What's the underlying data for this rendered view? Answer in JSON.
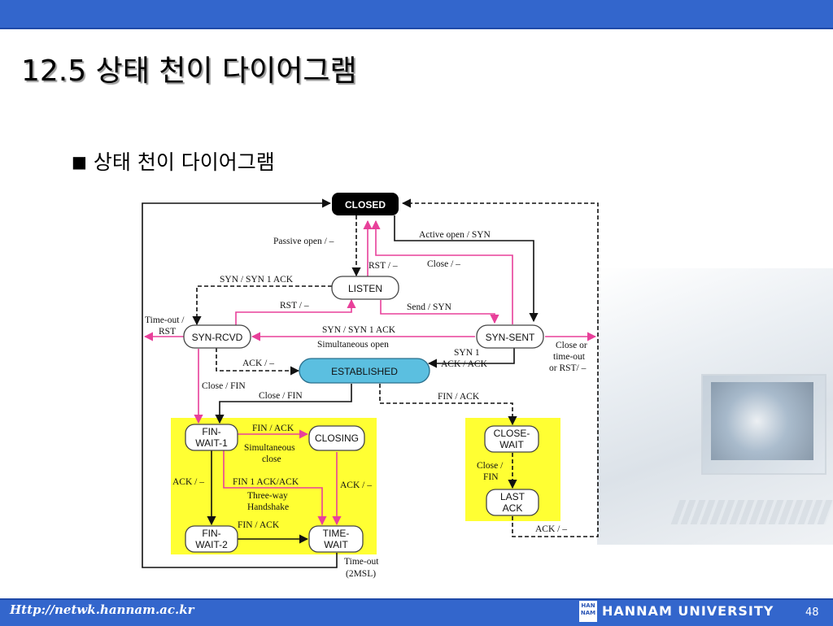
{
  "slide": {
    "title": "12.5 상태 천이 다이어그램",
    "bullet_marker": "■",
    "bullet_text": "상태 천이 다이어그램",
    "footer_url": "Http://netwk.hannam.ac.kr",
    "footer_logo": "HAN NAM",
    "footer_university": "HANNAM UNIVERSITY",
    "page_number": "48"
  },
  "diagram": {
    "states": {
      "closed": "CLOSED",
      "listen": "LISTEN",
      "syn_rcvd": "SYN-RCVD",
      "syn_sent": "SYN-SENT",
      "established": "ESTABLISHED",
      "fin_wait_1": [
        "FIN-",
        "WAIT-1"
      ],
      "closing": "CLOSING",
      "fin_wait_2": [
        "FIN-",
        "WAIT-2"
      ],
      "time_wait": [
        "TIME-",
        "WAIT"
      ],
      "close_wait": [
        "CLOSE-",
        "WAIT"
      ],
      "last_ack": [
        "LAST",
        "ACK"
      ]
    },
    "transitions": {
      "passive_open": "Passive open / –",
      "active_open": "Active open / SYN",
      "rst_listen": "RST / –",
      "close_synsent": "Close / –",
      "syn_synack": "SYN / SYN 1 ACK",
      "rst_synrcvd": "RST / –",
      "send_syn": "Send / SYN",
      "timeout_rst": [
        "Time-out /",
        "RST"
      ],
      "simultaneous_open": [
        "SYN / SYN 1 ACK",
        "Simultaneous open"
      ],
      "close_timeout": [
        "Close or",
        "time-out",
        "or RST/ –"
      ],
      "syn1_ack": [
        "SYN 1",
        "ACK / ACK"
      ],
      "ack_est": "ACK / –",
      "close_fin_left": "Close / FIN",
      "close_fin_est": "Close / FIN",
      "fin_ack_est": "FIN / ACK",
      "fin_ack_fw1": "FIN / ACK",
      "simultaneous_close": [
        "Simultaneous",
        "close"
      ],
      "ack_fw1": "ACK / –",
      "fin1_ackack": "FIN 1 ACK/ACK",
      "three_way": [
        "Three-way",
        "Handshake"
      ],
      "ack_closing": "ACK / –",
      "fin_ack_fw2": "FIN / ACK",
      "close_fin_cw": [
        "Close /",
        "FIN"
      ],
      "ack_lastack": "ACK / –",
      "timeout_2msl": [
        "Time-out",
        "(2MSL)"
      ]
    },
    "colors": {
      "pink": "#e8409a",
      "yellow": "#ffff33",
      "established_fill": "#5bbfe0",
      "closed_fill": "#000000",
      "header_blue": "#3366cc"
    }
  }
}
